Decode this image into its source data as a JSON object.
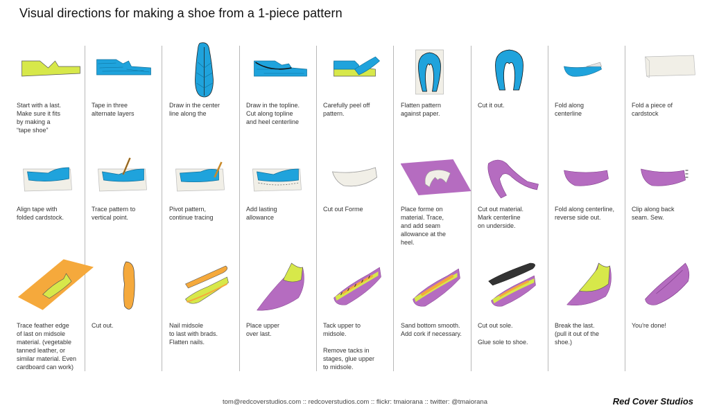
{
  "title": "Visual directions for making a shoe from a 1-piece pattern",
  "steps": [
    {
      "caption": "Start with a last.\nMake sure it fits\nby making a\n“tape shoe”",
      "icon": "last-icon"
    },
    {
      "caption": "Tape in three\nalternate layers",
      "icon": "taped-last-icon"
    },
    {
      "caption": "Draw in the center\nline along the",
      "icon": "centerline-last-icon"
    },
    {
      "caption": "Draw in the topline.\nCut along topline\nand heel centerline",
      "icon": "topline-last-icon"
    },
    {
      "caption": "Carefully peel off\npattern.",
      "icon": "peel-pattern-icon"
    },
    {
      "caption": "Flatten pattern\nagainst paper.",
      "icon": "flattened-pattern-icon"
    },
    {
      "caption": "Cut it out.",
      "icon": "cut-pattern-icon"
    },
    {
      "caption": "Fold along\ncenterline",
      "icon": "folded-pattern-icon"
    },
    {
      "caption": "Fold a piece of\ncardstock",
      "icon": "cardstock-icon"
    },
    {
      "caption": "Align tape with\nfolded cardstock.",
      "icon": "aligned-tape-icon"
    },
    {
      "caption": "Trace pattern to\nvertical point.",
      "icon": "trace-pattern-icon"
    },
    {
      "caption": "Pivot pattern,\ncontinue tracing",
      "icon": "pivot-pattern-icon"
    },
    {
      "caption": "Add lasting\nallowance",
      "icon": "lasting-allowance-icon"
    },
    {
      "caption": "Cut out Forme",
      "icon": "forme-icon"
    },
    {
      "caption": "Place forme on\nmaterial. Trace,\nand add seam\nallowance at the\nheel.",
      "icon": "forme-on-material-icon"
    },
    {
      "caption": "Cut out material.\nMark centerline\non underside.",
      "icon": "cut-material-icon"
    },
    {
      "caption": "Fold along centerline,\nreverse side out.",
      "icon": "folded-material-icon"
    },
    {
      "caption": "Clip along back\nseam. Sew.",
      "icon": "sewn-seam-icon"
    },
    {
      "caption": "Trace feather edge\nof last on midsole\nmaterial. (vegetable\ntanned leather, or\nsimilar material. Even\ncardboard can work)",
      "icon": "midsole-trace-icon"
    },
    {
      "caption": "Cut out.",
      "icon": "midsole-icon"
    },
    {
      "caption": "Nail midsole\nto last with brads.\nFlatten nails.",
      "icon": "nailed-midsole-icon"
    },
    {
      "caption": "Place upper\nover last.",
      "icon": "upper-on-last-icon"
    },
    {
      "caption": "Tack upper to\nmidsole.\n\nRemove tacks in\nstages, glue upper\nto midsole.",
      "icon": "tacked-upper-icon"
    },
    {
      "caption": "Sand bottom smooth.\nAdd cork if necessary.",
      "icon": "cork-icon"
    },
    {
      "caption": "Cut out sole.\n\nGlue sole to shoe.",
      "icon": "sole-icon"
    },
    {
      "caption": "Break the last.\n(pull it out of the\nshoe.)",
      "icon": "break-last-icon"
    },
    {
      "caption": "You're done!",
      "icon": "finished-shoe-icon"
    }
  ],
  "footer": "tom@redcoverstudios.com  ::  redcoverstudios.com  ::  flickr: tmaiorana  ::  twitter: @tmaiorana",
  "brand": "Red Cover Studios",
  "colors": {
    "last": "#d7e84a",
    "tape": "#1fa3dc",
    "material": "#b56cc0",
    "midsole": "#f5a93c",
    "sole": "#333333",
    "paper": "#f1efe7"
  }
}
